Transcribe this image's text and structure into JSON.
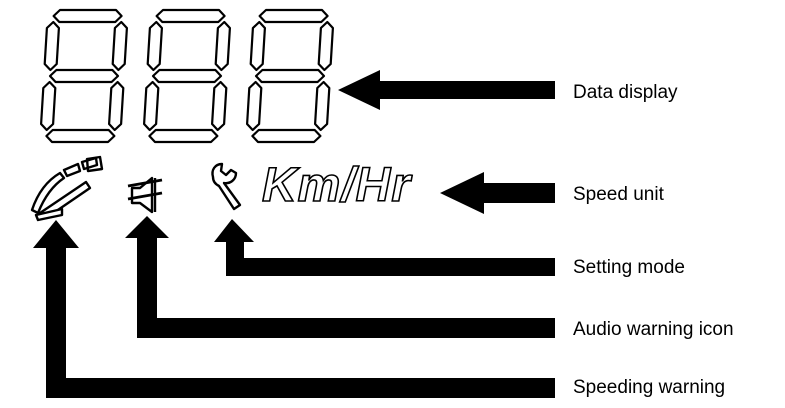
{
  "labels": {
    "data_display": "Data display",
    "speed_unit": "Speed unit",
    "setting_mode": "Setting mode",
    "audio_warning": "Audio warning icon",
    "speeding_warning": "Speeding warning"
  },
  "unit_text": "Km/Hr",
  "digits": [
    "8",
    "8",
    "8"
  ],
  "icons": {
    "speeding": "speedometer-arc-icon",
    "audio": "speaker-muted-icon",
    "setting": "wrench-icon"
  },
  "colors": {
    "ink": "#000000",
    "background": "#ffffff"
  }
}
